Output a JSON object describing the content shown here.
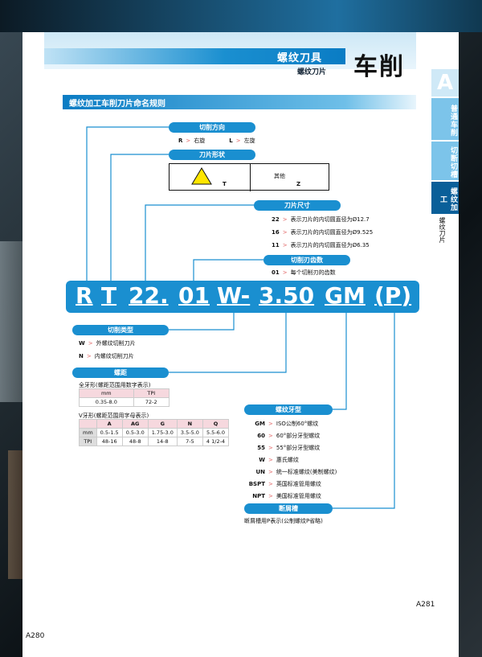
{
  "header": {
    "title": "螺纹刀具",
    "subtitle": "螺纹刀片",
    "big_title": "车削",
    "side_letter": "A"
  },
  "sidebar": {
    "tabs": [
      "普通车削",
      "切断切槽",
      "螺纹加工"
    ],
    "sub": "螺纹刀片"
  },
  "section_title": "螺纹加工车削刀片命名规则",
  "code": {
    "t1": "R",
    "t2": "T",
    "t3": "22.",
    "t4": "01",
    "t5": "W-",
    "t6": "3.50",
    "t7": "GM",
    "t8": "(P)"
  },
  "direction": {
    "label": "切削方向",
    "r_key": "R",
    "r_text": "右旋",
    "l_key": "L",
    "l_text": "左旋"
  },
  "shape": {
    "label": "刀片形状",
    "t_key": "T",
    "other_text": "其他",
    "z_key": "Z"
  },
  "size": {
    "label": "刀片尺寸",
    "rows": [
      {
        "k": "22",
        "v": "表示刀片的内切圆直径为Ø12.7"
      },
      {
        "k": "16",
        "v": "表示刀片的内切圆直径为Ø9.525"
      },
      {
        "k": "11",
        "v": "表示刀片的内切圆直径为Ø6.35"
      }
    ]
  },
  "teeth": {
    "label": "切削刃齿数",
    "k": "01",
    "v": "每个切削刃的齿数"
  },
  "cut_type": {
    "label": "切削类型",
    "rows": [
      {
        "k": "W",
        "v": "外螺纹切削刀片"
      },
      {
        "k": "N",
        "v": "内螺纹切削刀片"
      }
    ]
  },
  "pitch": {
    "label": "螺距",
    "full_note": "全牙形(螺距范围用数字表示)",
    "full_head": [
      "mm",
      "TPI"
    ],
    "full_row": [
      "0.35-8.0",
      "72-2"
    ],
    "v_note": "V牙形(螺距范围用字母表示)",
    "v_head": [
      "",
      "A",
      "AG",
      "G",
      "N",
      "Q"
    ],
    "v_rows": [
      [
        "mm",
        "0.5-1.5",
        "0.5-3.0",
        "1.75-3.0",
        "3.5-5.0",
        "5.5-6.0"
      ],
      [
        "TPI",
        "48-16",
        "48-8",
        "14-8",
        "7-5",
        "4 1/2-4"
      ]
    ]
  },
  "thread": {
    "label": "螺纹牙型",
    "rows": [
      {
        "k": "GM",
        "v": "ISO公制60°螺纹"
      },
      {
        "k": "60",
        "v": "60°部分牙型螺纹"
      },
      {
        "k": "55",
        "v": "55°部分牙型螺纹"
      },
      {
        "k": "W",
        "v": "惠氏螺纹"
      },
      {
        "k": "UN",
        "v": "统一标准螺纹(美制螺纹)"
      },
      {
        "k": "BSPT",
        "v": "英国标准管用螺纹"
      },
      {
        "k": "NPT",
        "v": "美国标准管用螺纹"
      }
    ]
  },
  "chipbreaker": {
    "label": "断屑槽",
    "v": "断屑槽用P表示(公制螺纹P省略)"
  },
  "pages": {
    "left": "A280",
    "right": "A281"
  }
}
